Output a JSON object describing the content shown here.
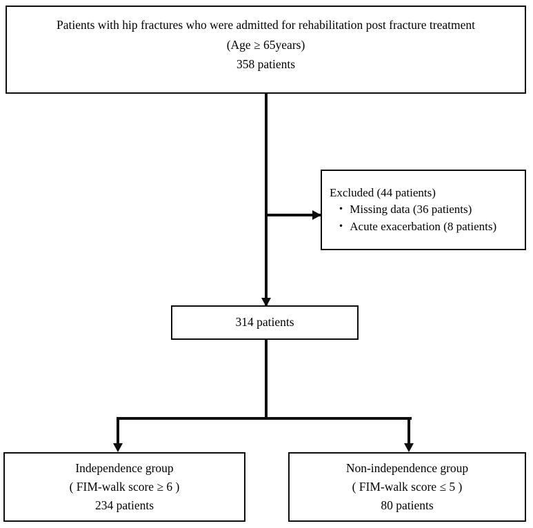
{
  "chart_data": {
    "type": "diagram",
    "title": "Patient enrollment flow diagram",
    "nodes": [
      {
        "id": "enrolled",
        "lines": [
          "Patients with hip fractures who were admitted for rehabilitation post fracture treatment",
          "(Age ≥ 65years)",
          "358 patients"
        ],
        "count": 358
      },
      {
        "id": "excluded",
        "lines": [
          "Excluded (44 patients)",
          "・ Missing data (36 patients)",
          "・ Acute exacerbation (8 patients)"
        ],
        "count": 44
      },
      {
        "id": "included",
        "lines": [
          "314 patients"
        ],
        "count": 314
      },
      {
        "id": "independent",
        "lines": [
          "Independence group",
          "( FIM-walk score ≥ 6 )",
          "234 patients"
        ],
        "count": 234
      },
      {
        "id": "nonindependent",
        "lines": [
          "Non-independence group",
          "( FIM-walk score ≤ 5 )",
          "80 patients"
        ],
        "count": 80
      }
    ],
    "edges": [
      {
        "from": "enrolled",
        "to": "excluded",
        "style": "elbow-right"
      },
      {
        "from": "enrolled",
        "to": "included",
        "style": "straight-down"
      },
      {
        "from": "included",
        "to": "independent",
        "style": "split-left"
      },
      {
        "from": "included",
        "to": "nonindependent",
        "style": "split-right"
      }
    ]
  },
  "colors": {
    "stroke": "#0d0d0d",
    "background": "#ffffff",
    "text": "#000000"
  },
  "enrolled": {
    "line1": "Patients with hip fractures who were admitted for rehabilitation post fracture treatment",
    "line2": "(Age ≥ 65years)",
    "line3": "358 patients"
  },
  "excluded": {
    "line1": "Excluded (44 patients)",
    "line2": "・ Missing data (36 patients)",
    "line3": "・ Acute exacerbation (8 patients)"
  },
  "included": {
    "line1": "314 patients"
  },
  "independent": {
    "line1": "Independence group",
    "line2": "( FIM-walk score ≥ 6 )",
    "line3": "234 patients"
  },
  "nonindependent": {
    "line1": "Non-independence group",
    "line2": "( FIM-walk score ≤ 5 )",
    "line3": "80 patients"
  }
}
